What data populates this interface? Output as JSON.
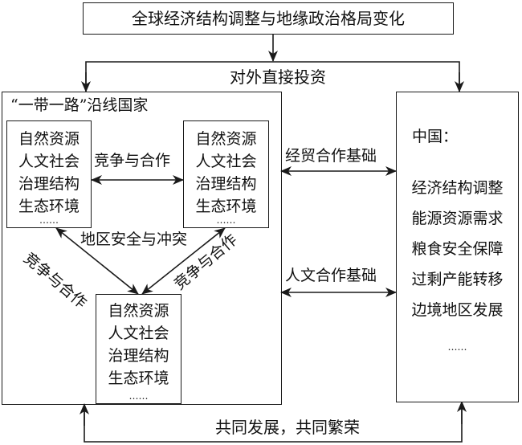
{
  "top_box": {
    "title": "全球经济结构调整与地缘政治格局变化"
  },
  "fdi_label": "对外直接投资",
  "belt_road": {
    "title": "“一带一路”沿线国家",
    "country_items": [
      "自然资源",
      "人文社会",
      "治理结构",
      "生态环境"
    ],
    "ellipsis": "……",
    "link_label_horizontal": "竞争与合作",
    "link_label_left_diag": "竞争与合作",
    "link_label_right_diag": "竞争与合作",
    "center_label": "地区安全与冲突"
  },
  "links": {
    "economic": "经贸合作基础",
    "cultural": "人文合作基础"
  },
  "china": {
    "title": "中国：",
    "items": [
      "经济结构调整",
      "能源资源需求",
      "粮食安全保障",
      "过剩产能转移",
      "边境地区发展"
    ],
    "ellipsis": "……"
  },
  "bottom_label": "共同发展，共同繁荣",
  "colors": {
    "line": "#1a1a1a",
    "background": "#ffffff"
  }
}
